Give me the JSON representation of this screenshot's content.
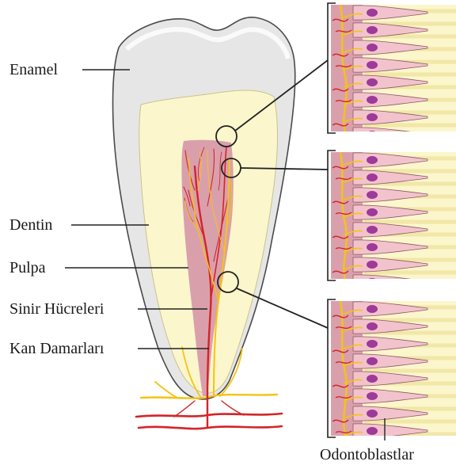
{
  "labels": {
    "enamel": "Enamel",
    "dentin": "Dentin",
    "pulpa": "Pulpa",
    "sinir": "Sinir Hücreleri",
    "kan": "Kan Damarları",
    "odonto": "Odontoblastlar"
  },
  "colors": {
    "enamel": "#e6e6e6",
    "dentin": "#fcf6cc",
    "pulp": "#d9a0ac",
    "nerve": "#f5c314",
    "vessel": "#d42428",
    "cell": "#f2c3cc",
    "nucleus": "#9d3a9a",
    "outline": "#333333"
  }
}
